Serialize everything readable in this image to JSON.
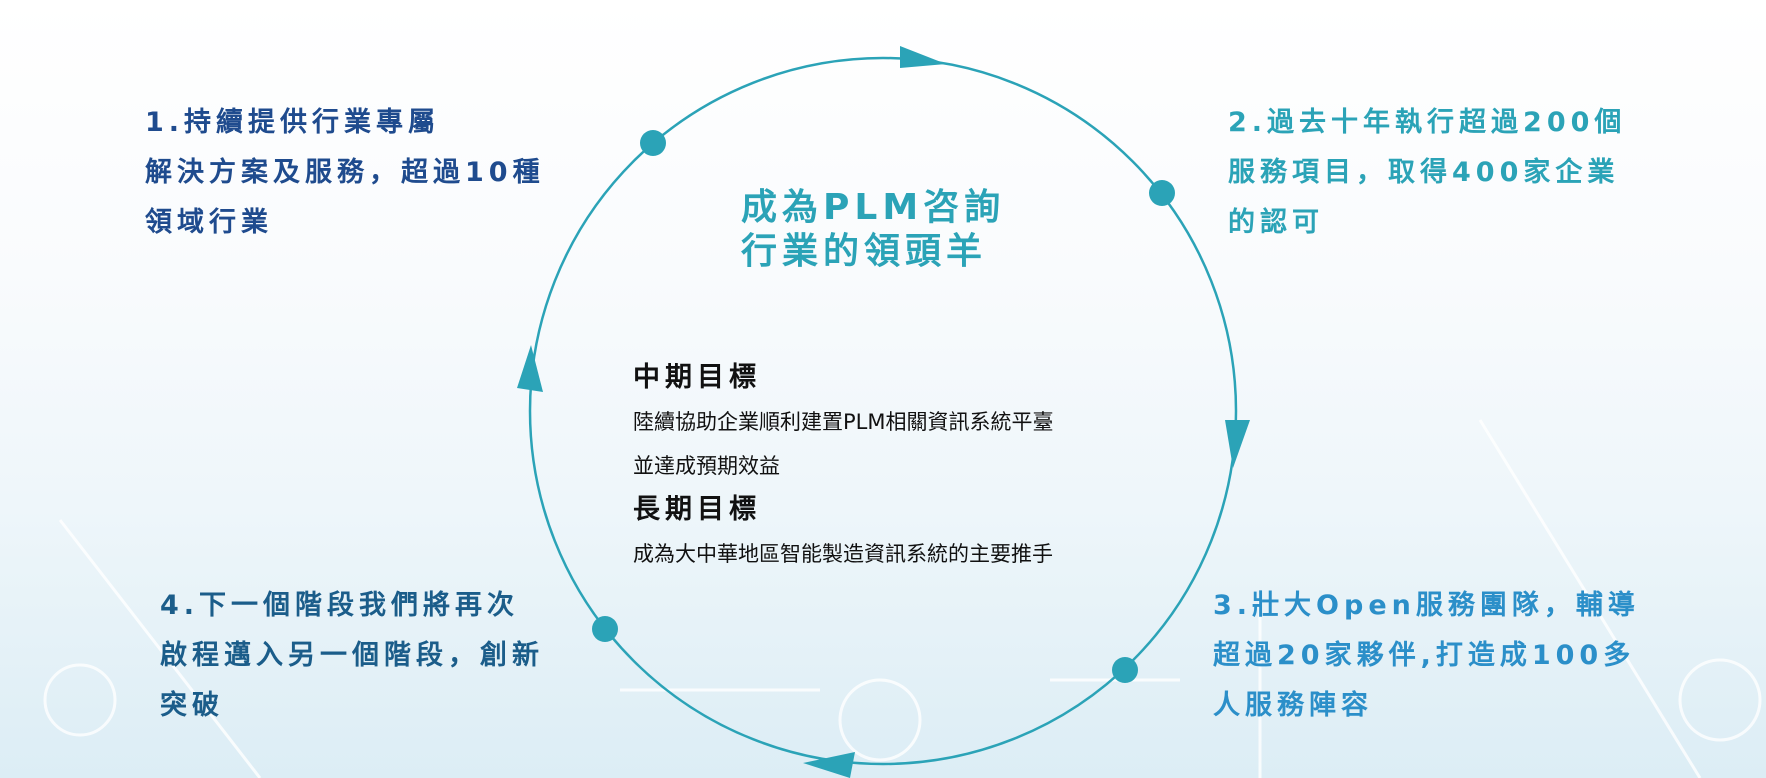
{
  "colors": {
    "accent": "#2ba3b7",
    "block1": "#1f4b8e",
    "block2": "#2ba3b7",
    "block3": "#2b8fc9",
    "block4": "#1b5d8a",
    "text": "#111111"
  },
  "center": {
    "title_lines": [
      "成為PLM咨詢",
      "行業的領頭羊"
    ]
  },
  "goals": {
    "mid_heading": "中期目標",
    "mid_lines": [
      "陸續協助企業順利建置PLM相關資訊系統平臺",
      "並達成預期效益"
    ],
    "long_heading": "長期目標",
    "long_lines": [
      "成為大中華地區智能製造資訊系統的主要推手"
    ]
  },
  "blocks": [
    {
      "lines": [
        "1.持續提供行業專屬",
        "解決方案及服務，超過10種",
        "領域行業"
      ]
    },
    {
      "lines": [
        "2.過去十年執行超過200個",
        "服務項目，取得400家企業",
        "的認可"
      ]
    },
    {
      "lines": [
        "3.壯大Open服務團隊，輔導",
        "超過20家夥伴,打造成100多",
        "人服務陣容"
      ]
    },
    {
      "lines": [
        "4.下一個階段我們將再次",
        "啟程邁入另一個階段，創新",
        "突破"
      ]
    }
  ]
}
